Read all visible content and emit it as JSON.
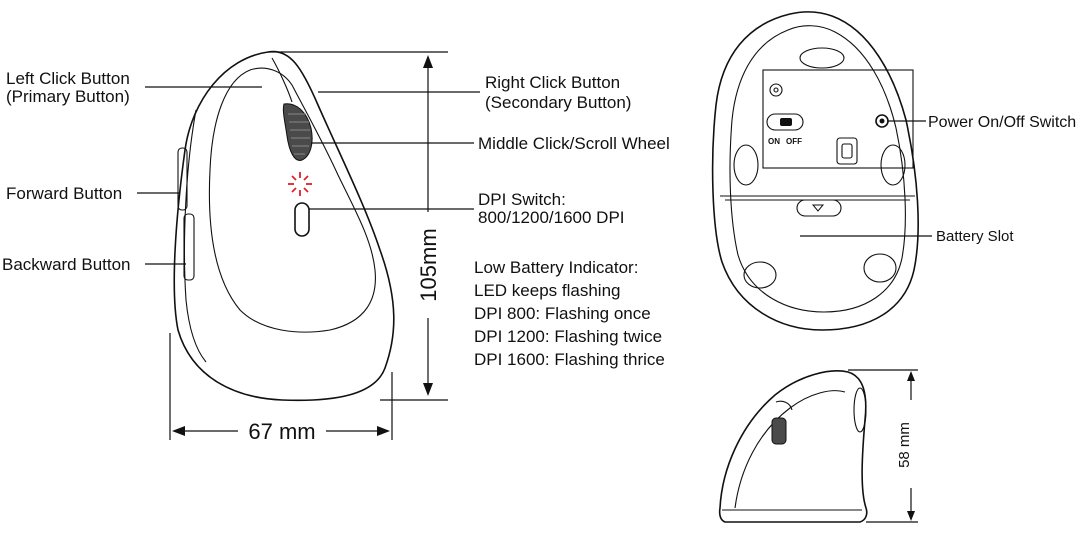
{
  "top_view": {
    "left_click": [
      "Left Click Button",
      "(Primary Button)"
    ],
    "right_click": [
      "Right Click Button",
      "(Secondary Button)"
    ],
    "middle_click": "Middle Click/Scroll Wheel",
    "forward": "Forward Button",
    "backward": "Backward Button",
    "dpi_switch": [
      "DPI Switch:",
      "800/1200/1600 DPI"
    ],
    "low_battery": [
      "Low Battery Indicator:",
      "LED keeps flashing",
      "DPI 800: Flashing once",
      "DPI 1200: Flashing twice",
      "DPI 1600: Flashing thrice"
    ],
    "height_dim": "105mm",
    "width_dim": "67 mm"
  },
  "bottom_view": {
    "power_switch": "Power On/Off Switch",
    "battery_slot": "Battery Slot",
    "switch_on": "ON",
    "switch_off": "OFF"
  },
  "side_view": {
    "height_dim": "58 mm"
  },
  "colors": {
    "led": "#e0202a",
    "line": "#111111",
    "wheel": "#4a4a4a"
  }
}
